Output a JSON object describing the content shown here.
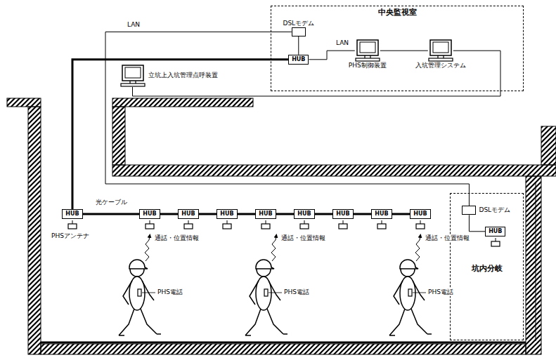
{
  "diagram": {
    "nodes": [
      {
        "text": [
          "中央監視室"
        ]
      },
      {
        "text": [
          "DSLモデム"
        ],
        "in": 0
      },
      {
        "text": [
          "HUB"
        ],
        "in": 0
      },
      {
        "text": [
          "PHS制御装置"
        ],
        "in": 0
      },
      {
        "text": [
          "入坑管理システム"
        ],
        "in": 0
      },
      {
        "text": [
          "立坑上入坑管理点呼装置"
        ]
      },
      {
        "text": [
          "HUB"
        ]
      },
      {
        "text": [
          "HUB"
        ]
      },
      {
        "text": [
          "HUB"
        ]
      },
      {
        "text": [
          "HUB"
        ]
      },
      {
        "text": [
          "HUB"
        ]
      },
      {
        "text": [
          "HUB"
        ]
      },
      {
        "text": [
          "HUB"
        ]
      },
      {
        "text": [
          "HUB"
        ]
      },
      {
        "text": [
          "HUB"
        ]
      },
      {
        "text": [
          "坑内分岐"
        ]
      },
      {
        "text": [
          "DSLモデム"
        ],
        "in": 15
      },
      {
        "text": [
          "HUB"
        ],
        "in": 15
      }
    ],
    "edges": [
      {
        "from": 1,
        "to": 2,
        "arrow": "none"
      },
      {
        "from": 2,
        "to": 3,
        "label": "LAN",
        "arrow": "none"
      },
      {
        "from": 3,
        "to": 4,
        "arrow": "none"
      },
      {
        "from": 2,
        "to": 6,
        "arrow": "none"
      },
      {
        "from": 5,
        "to": 4,
        "arrow": "none"
      },
      {
        "from": 1,
        "to": 16,
        "label": "LAN",
        "arrow": "none"
      },
      {
        "from": 6,
        "to": 7,
        "label": "光ケーブル",
        "arrow": "none"
      },
      {
        "from": 7,
        "to": 8,
        "arrow": "none"
      },
      {
        "from": 8,
        "to": 9,
        "arrow": "none"
      },
      {
        "from": 9,
        "to": 10,
        "arrow": "none"
      },
      {
        "from": 10,
        "to": 11,
        "arrow": "none"
      },
      {
        "from": 11,
        "to": 12,
        "arrow": "none"
      },
      {
        "from": 12,
        "to": 13,
        "arrow": "none"
      },
      {
        "from": 13,
        "to": 14,
        "arrow": "none"
      },
      {
        "from": 16,
        "to": 17,
        "arrow": "none"
      }
    ],
    "labels": [
      "PHSアンテナ",
      "通話・位置情報",
      "通話・位置情報",
      "通話・位置情報",
      "PHS電話",
      "PHS電話",
      "PHS電話"
    ]
  }
}
